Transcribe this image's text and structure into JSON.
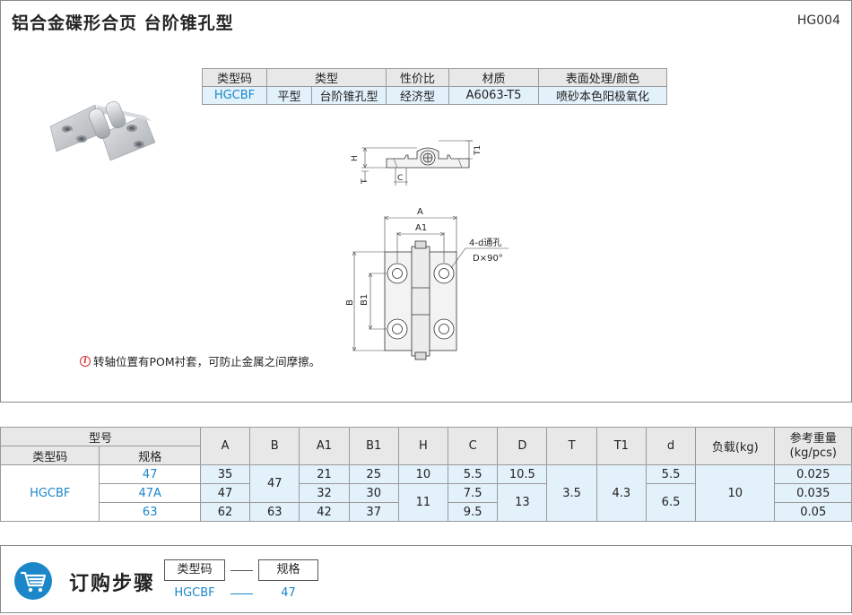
{
  "header": {
    "title": "铝合金碟形合页  台阶锥孔型",
    "code": "HG004"
  },
  "spec_table": {
    "headers": [
      "类型码",
      "类型",
      "性价比",
      "材质",
      "表面处理/颜色"
    ],
    "type_code": "HGCBF",
    "type_a": "平型",
    "type_b": "台阶锥孔型",
    "value": "经济型",
    "material": "A6063-T5",
    "finish": "喷砂本色阳极氧化"
  },
  "drawing_labels": {
    "H": "H",
    "T": "T",
    "T1": "T1",
    "C": "C",
    "A": "A",
    "A1": "A1",
    "B": "B",
    "B1": "B1",
    "hole_line1": "4-d通孔",
    "hole_line2": "D×90°"
  },
  "note": "转轴位置有POM衬套，可防止金属之间摩擦。",
  "dim_table": {
    "group_header": "型号",
    "col_type": "类型码",
    "col_spec": "规格",
    "cols": [
      "A",
      "B",
      "A1",
      "B1",
      "H",
      "C",
      "D",
      "T",
      "T1",
      "d",
      "负载(kg)",
      "参考重量(kg/pcs)"
    ],
    "type_code": "HGCBF",
    "rows": [
      {
        "spec": "47",
        "A": "35",
        "A1": "21",
        "B1": "25",
        "C": "5.5",
        "D": "10.5",
        "d": "5.5",
        "weight": "0.025"
      },
      {
        "spec": "47A",
        "A": "47",
        "A1": "32",
        "B1": "30",
        "C": "7.5",
        "D": "13",
        "d": "6.5",
        "weight": "0.035"
      },
      {
        "spec": "63",
        "A": "62",
        "B": "63",
        "A1": "42",
        "B1": "37",
        "C": "9.5",
        "weight": "0.05"
      }
    ],
    "B_merged": "47",
    "H_row1": "10",
    "H_merged": "11",
    "T_merged": "3.5",
    "T1_merged": "4.3",
    "load_merged": "10"
  },
  "order": {
    "title": "订购步骤",
    "label_type": "类型码",
    "label_spec": "规格",
    "example_type": "HGCBF",
    "example_spec": "47"
  },
  "colors": {
    "accent": "#1b87c9",
    "header_gray": "#e8e8e8",
    "cell_blue": "#e3f1fb"
  }
}
